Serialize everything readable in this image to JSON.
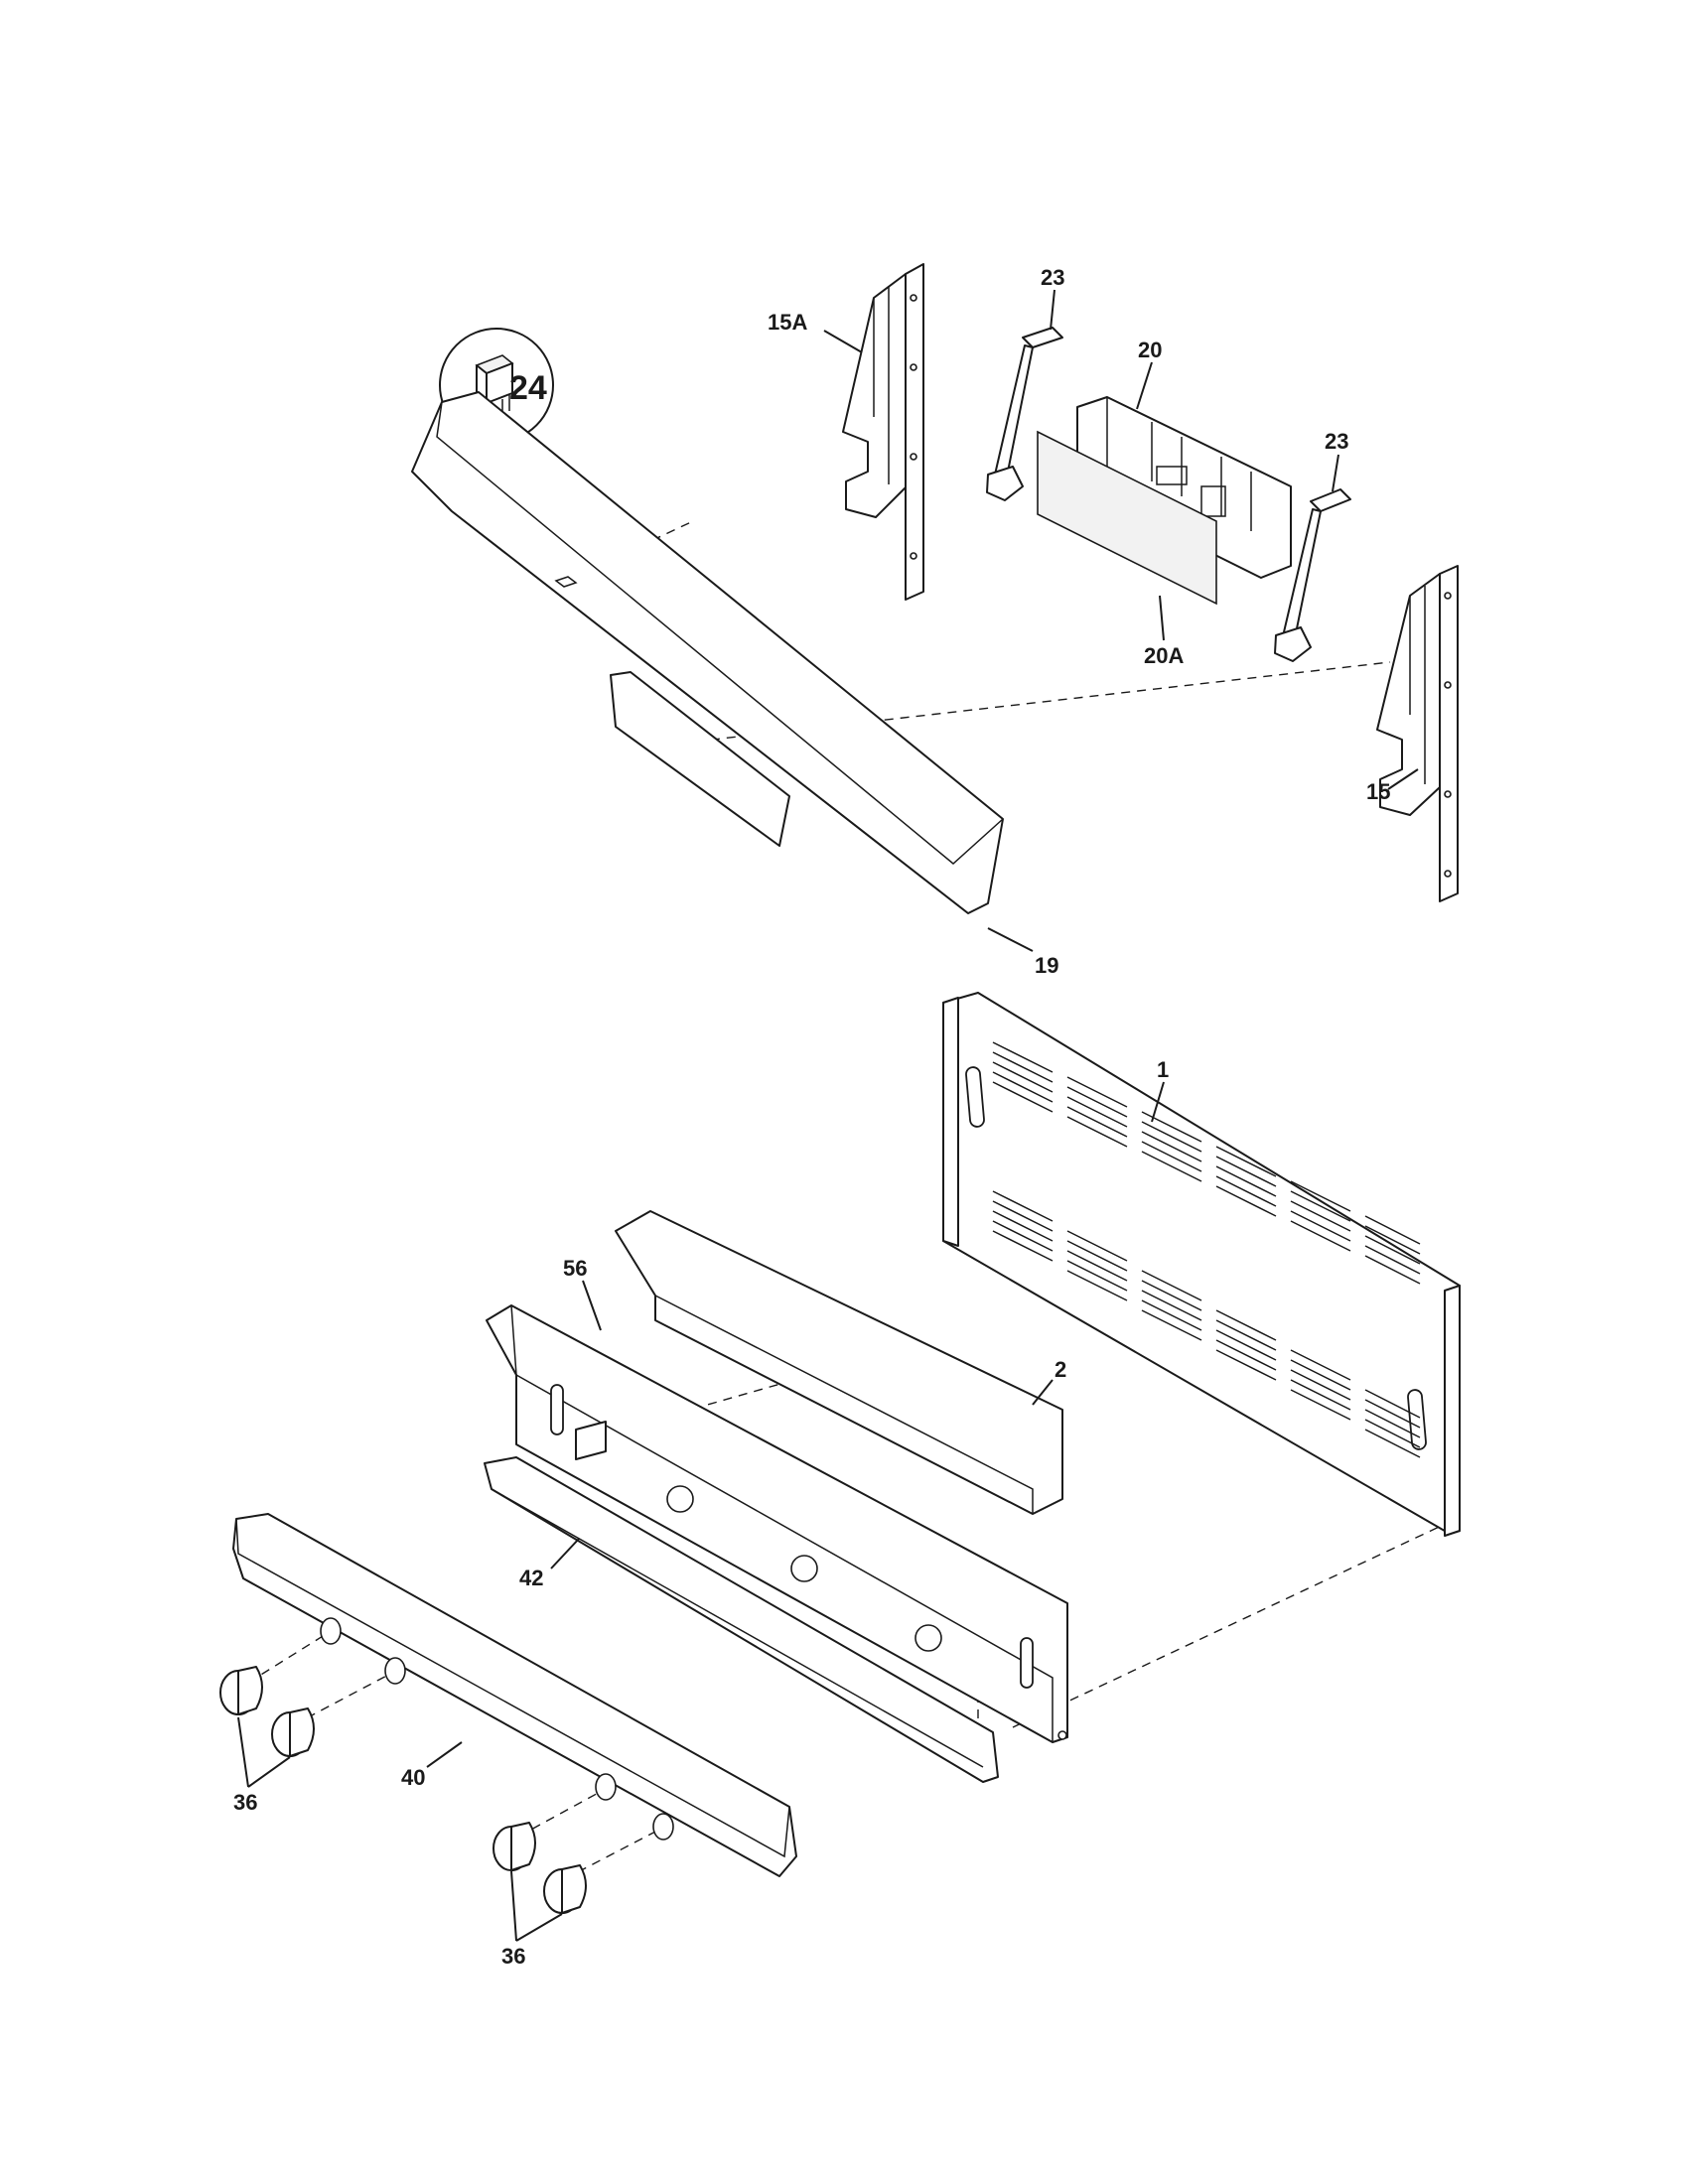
{
  "diagram": {
    "callouts": [
      {
        "label": "15A"
      },
      {
        "label": "23"
      },
      {
        "label": "20"
      },
      {
        "label": "23"
      },
      {
        "label": "24"
      },
      {
        "label": "20A"
      },
      {
        "label": "15"
      },
      {
        "label": "19"
      },
      {
        "label": "1"
      },
      {
        "label": "56"
      },
      {
        "label": "2"
      },
      {
        "label": "42"
      },
      {
        "label": "40"
      },
      {
        "label": "36"
      },
      {
        "label": "36"
      }
    ],
    "colors": {
      "line": "#1a1a1a",
      "background": "#ffffff"
    }
  }
}
